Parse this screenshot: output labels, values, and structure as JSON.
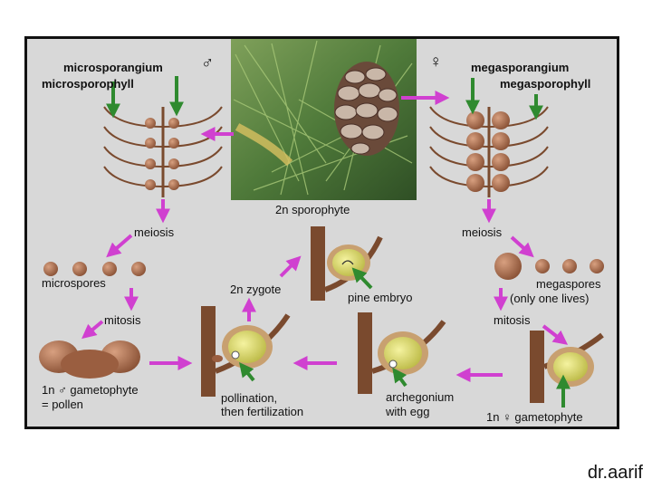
{
  "labels": {
    "male_symbol": "♂",
    "female_symbol": "♀",
    "microsporangium": "microsporangium",
    "microsporophyll": "microsporophyll",
    "megasporangium": "megasporangium",
    "megasporophyll": "megasporophyll",
    "sporophyte": "2n sporophyte",
    "meiosis_left": "meiosis",
    "meiosis_right": "meiosis",
    "microspores": "microspores",
    "megaspores": "megaspores",
    "only_one_lives": "(only one lives)",
    "mitosis_left": "mitosis",
    "mitosis_right": "mitosis",
    "zygote": "2n zygote",
    "pine_embryo": "pine embryo",
    "male_gametophyte_line1": "1n ♂ gametophyte",
    "male_gametophyte_line2": "= pollen",
    "pollination_line1": "pollination,",
    "pollination_line2": "then fertilization",
    "archegonium_line1": "archegonium",
    "archegonium_line2": "with egg",
    "female_gametophyte": "1n ♀ gametophyte"
  },
  "credit": "dr.aarif",
  "colors": {
    "arrow_magenta": "#d040d0",
    "arrow_green": "#2f8a2f",
    "spore_brown": "#a5684a",
    "stalk_brown": "#7a4a2e",
    "seed_yellow": "#e2e07a",
    "seed_shell": "#c8a070",
    "frame_bg": "#d8d8d8"
  }
}
